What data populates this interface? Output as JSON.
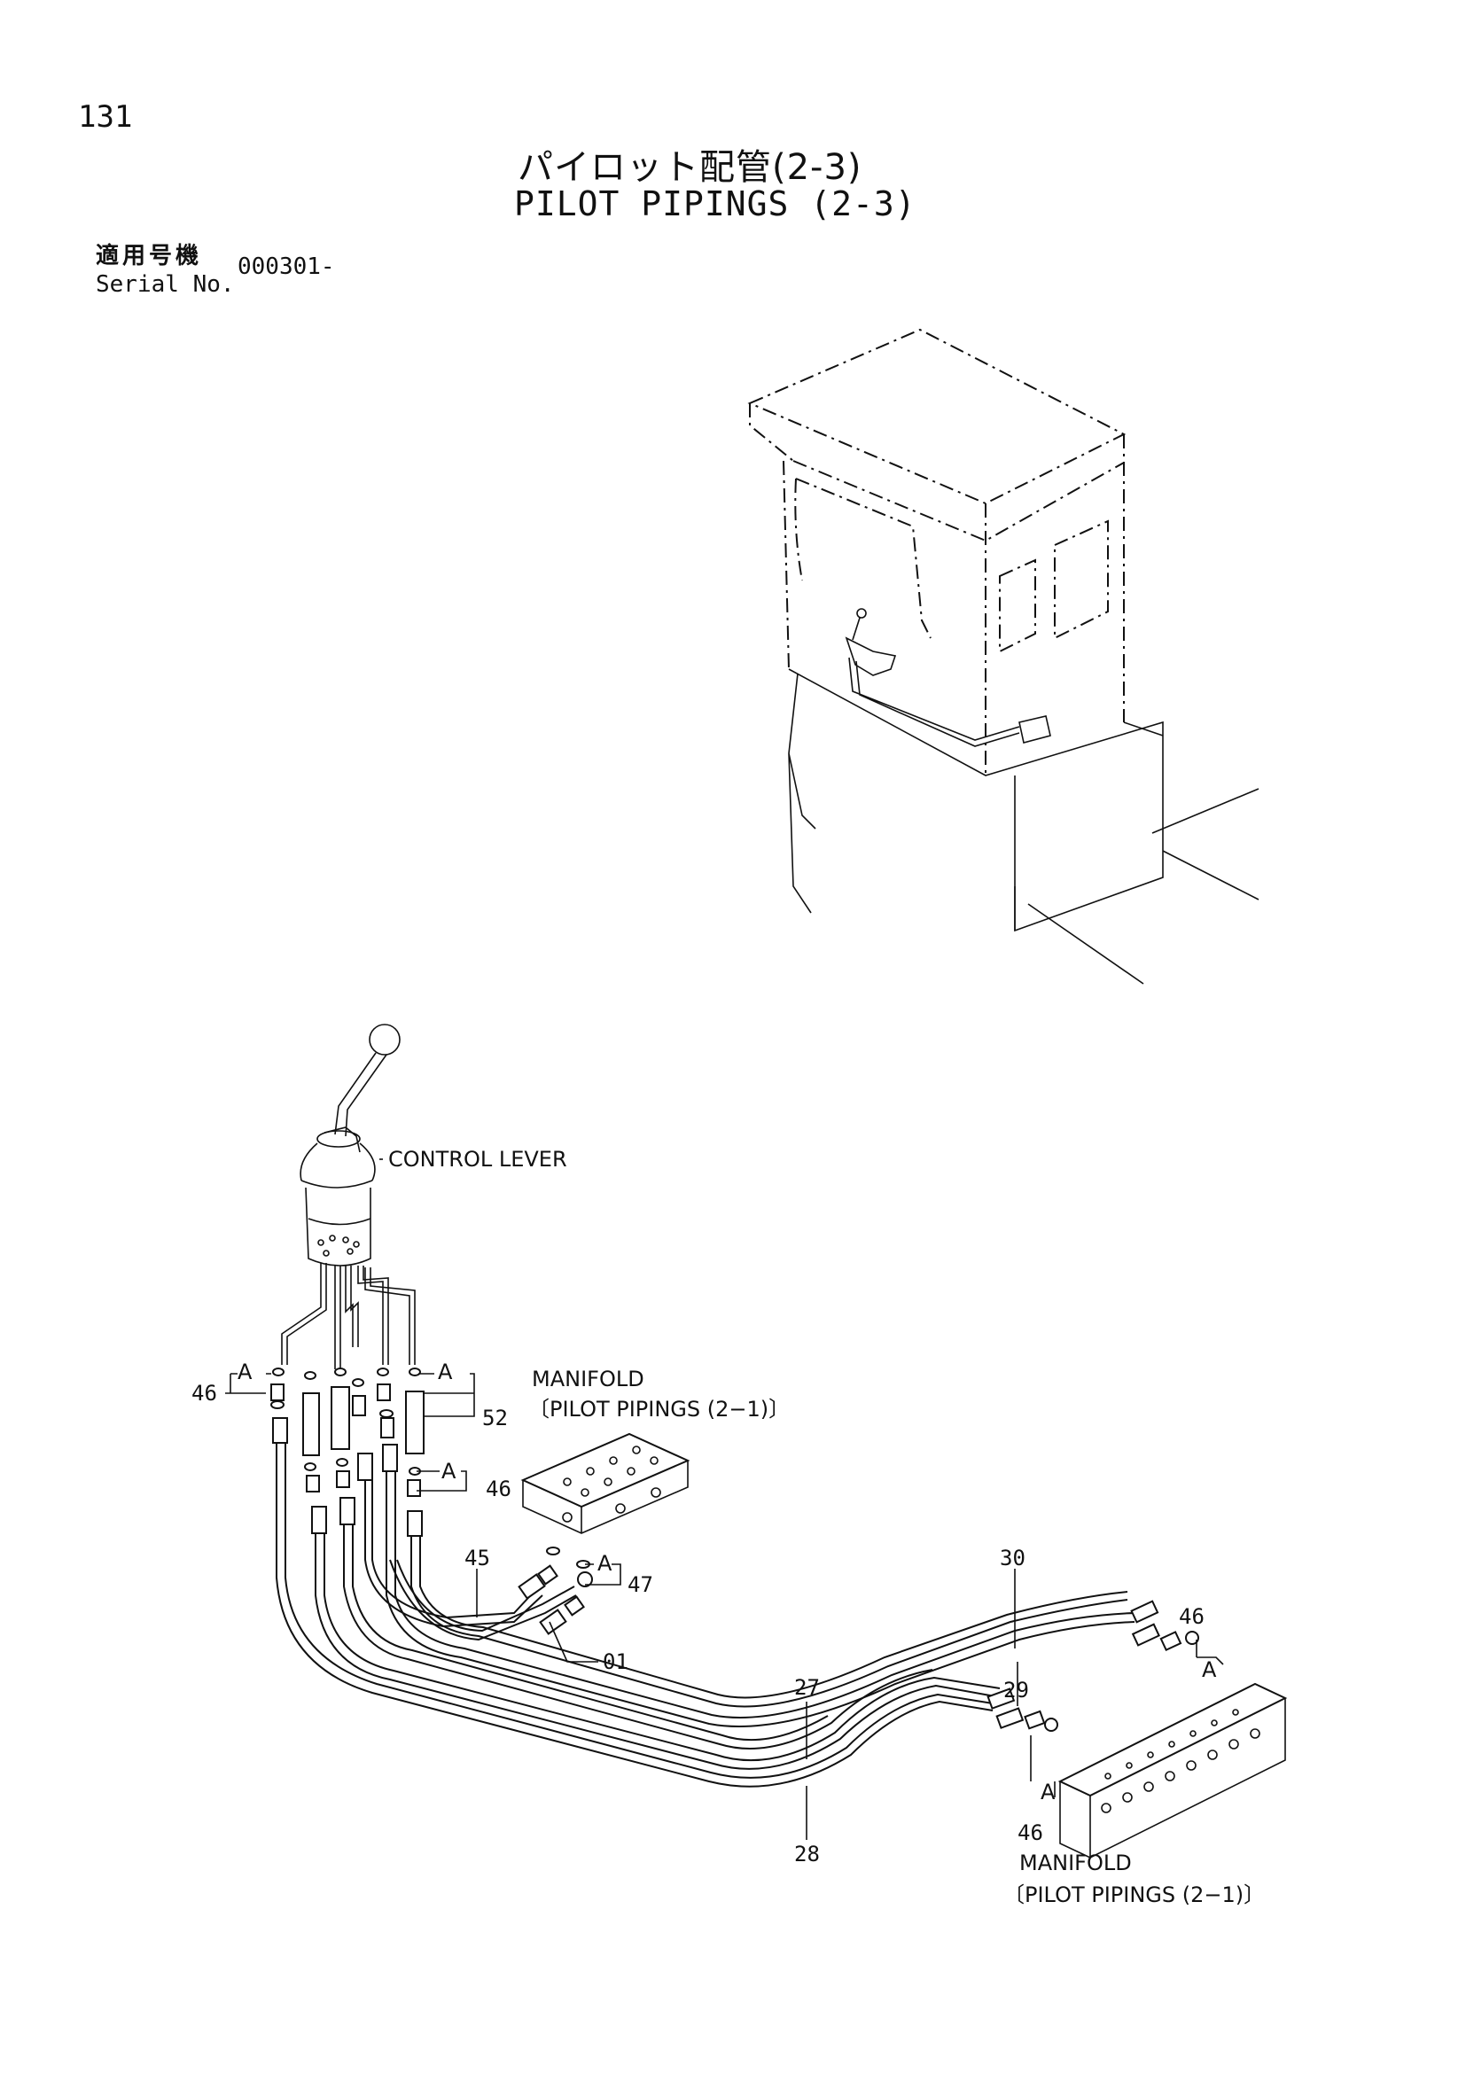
{
  "header": {
    "page_number": "131",
    "title_jp": "パイロット配管(2-3)",
    "title_en": "PILOT PIPINGS (2-3)",
    "serial_label_jp": "適用号機",
    "serial_label_en": "Serial No.",
    "serial_value": "000301-"
  },
  "labels": {
    "control_lever": "CONTROL LEVER",
    "manifold_top": "MANIFOLD",
    "manifold_top_ref": "〔PILOT PIPINGS (2−1)〕",
    "manifold_bottom": "MANIFOLD",
    "manifold_bottom_ref": "〔PILOT PIPINGS (2−1)〕",
    "view_a": "A"
  },
  "callouts": {
    "p46": "46",
    "p52": "52",
    "p46b": "46",
    "p45": "45",
    "p47": "47",
    "p01": "01",
    "p30": "30",
    "p46c": "46",
    "p27": "27",
    "p29": "29",
    "p28": "28",
    "p46d": "46"
  }
}
